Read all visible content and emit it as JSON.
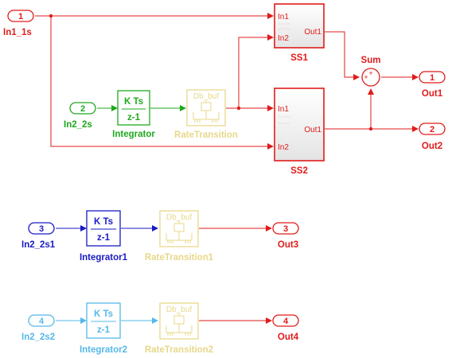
{
  "colors": {
    "red": "#e01b1b",
    "green": "#1ea91e",
    "blue": "#1a1ac4",
    "cyan": "#55b8e8",
    "yellow": "#e7d88a",
    "black": "#222222"
  },
  "inports": [
    {
      "num": "1",
      "label": "In1_1s"
    },
    {
      "num": "2",
      "label": "In2_2s"
    },
    {
      "num": "3",
      "label": "In2_2s1"
    },
    {
      "num": "4",
      "label": "In2_2s2"
    }
  ],
  "outports": [
    {
      "num": "1",
      "label": "Out1"
    },
    {
      "num": "2",
      "label": "Out2"
    },
    {
      "num": "3",
      "label": "Out3"
    },
    {
      "num": "4",
      "label": "Out4"
    }
  ],
  "integrators": [
    {
      "label": "Integrator",
      "num": "K Ts",
      "den": "z-1"
    },
    {
      "label": "Integrator1",
      "num": "K Ts",
      "den": "z-1"
    },
    {
      "label": "Integrator2",
      "num": "K Ts",
      "den": "z-1"
    }
  ],
  "rate_transitions": [
    {
      "label": "RateTransition",
      "top": "Db_buf"
    },
    {
      "label": "RateTransition1",
      "top": "Db_buf"
    },
    {
      "label": "RateTransition2",
      "top": "Db_buf"
    }
  ],
  "subsystems": [
    {
      "label": "SS1",
      "in1": "In1",
      "in2": "In2",
      "out1": "Out1"
    },
    {
      "label": "SS2",
      "in1": "In1",
      "in2": "In2",
      "out1": "Out1"
    }
  ],
  "sum": {
    "label": "Sum",
    "sign_top": "+",
    "sign_left": "+"
  }
}
